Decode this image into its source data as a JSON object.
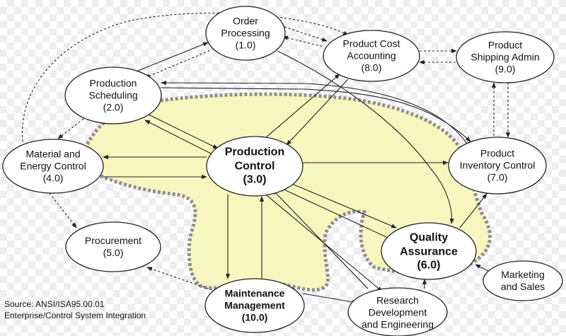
{
  "colors": {
    "region_fill": "#f8f6bf",
    "region_border": "#8f8f8f",
    "node_fill": "#ffffff",
    "node_stroke": "#222222",
    "arrow": "#222222"
  },
  "nodes": {
    "order_processing": {
      "lines": [
        "Order",
        "Processing",
        "(1.0)"
      ]
    },
    "production_scheduling": {
      "lines": [
        "Production",
        "Scheduling",
        "(2.0)"
      ]
    },
    "production_control": {
      "lines": [
        "Production",
        "Control",
        "(3.0)"
      ]
    },
    "material_energy": {
      "lines": [
        "Material and",
        "Energy Control",
        "(4.0)"
      ]
    },
    "procurement": {
      "lines": [
        "Procurement",
        "(5.0)"
      ]
    },
    "quality_assurance": {
      "lines": [
        "Quality",
        "Assurance",
        "(6.0)"
      ]
    },
    "product_inventory": {
      "lines": [
        "Product",
        "Inventory Control",
        "(7.0)"
      ]
    },
    "product_cost": {
      "lines": [
        "Product Cost",
        "Accounting",
        "(8.0)"
      ]
    },
    "shipping_admin": {
      "lines": [
        "Product",
        "Shipping Admin",
        "(9.0)"
      ]
    },
    "maintenance": {
      "lines": [
        "Maintenance",
        "Management",
        "(10.0)"
      ]
    },
    "research": {
      "lines": [
        "Research",
        "Development",
        "and Engineering"
      ]
    },
    "marketing": {
      "lines": [
        "Marketing",
        "and Sales"
      ]
    }
  },
  "source": {
    "line1": "Source: ANSI/ISA95.00.01",
    "line2": "Enterprise/Control System Integration"
  }
}
